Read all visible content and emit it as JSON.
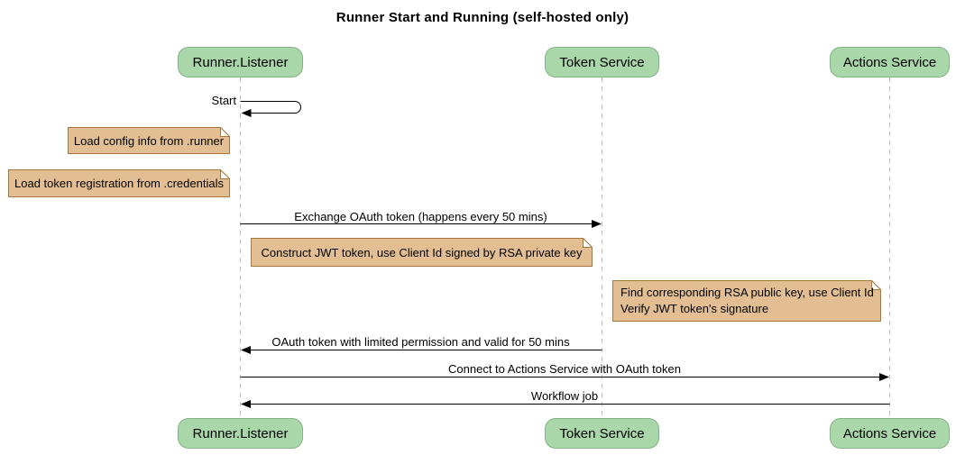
{
  "title": "Runner Start and Running (self-hosted only)",
  "participants": [
    {
      "label": "Runner.Listener"
    },
    {
      "label": "Token Service"
    },
    {
      "label": "Actions Service"
    }
  ],
  "messages": {
    "start": "Start",
    "exchange_oauth": "Exchange OAuth token (happens every 50 mins)",
    "oauth_return": "OAuth token with limited permission and valid for 50 mins",
    "connect": "Connect to Actions Service with OAuth token",
    "workflow_job": "Workflow job"
  },
  "notes": {
    "load_config": "Load config info from .runner",
    "load_credentials": "Load token registration from .credentials",
    "construct_jwt": "Construct JWT token, use Client Id signed by RSA private key",
    "verify_jwt_line1": "Find corresponding RSA public key, use Client Id",
    "verify_jwt_line2": "Verify JWT token's signature"
  },
  "colors": {
    "participant_fill": "#A9D7A9",
    "participant_border": "#83B383",
    "note_fill": "#E2BE92",
    "note_border": "#A5783E",
    "note_fold": "#FFFFFF",
    "lifeline": "#BBBBBB",
    "arrow": "#000000",
    "text": "#000000",
    "background": "#FFFFFF"
  }
}
